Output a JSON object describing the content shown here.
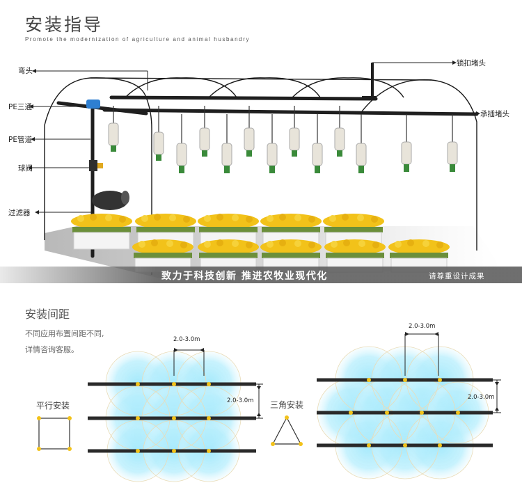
{
  "header": {
    "title": "安装指导",
    "subtitle": "Promote the modernization of agriculture and animal husbandry"
  },
  "labels": {
    "elbow": "弯头",
    "pe_tee": "PE三通",
    "pe_pipe": "PE管道",
    "ball_valve": "球阀",
    "filter": "过滤器",
    "lock_plug": "锁扣堵头",
    "socket_plug": "承插堵头"
  },
  "banner": {
    "main": "致力于科技创新  推进农牧业现代化",
    "right": "请尊重设计成果"
  },
  "spacing": {
    "title": "安装间距",
    "note_line1": "不同应用布置间距不同,",
    "note_line2": "详情咨询客服。",
    "parallel_label": "平行安装",
    "triangle_label": "三角安装",
    "left_top_dim": "2.0-3.0m",
    "left_side_dim": "2.0-3.0m",
    "right_top_dim": "2.0-3.0m",
    "right_side_dim": "2.0-3.0m"
  },
  "colors": {
    "pipe": "#222222",
    "spray": "#7fd8f2",
    "flower": "#f2c21a",
    "banner": "#5f5f5f",
    "nozzle": "#3a8a3a"
  }
}
